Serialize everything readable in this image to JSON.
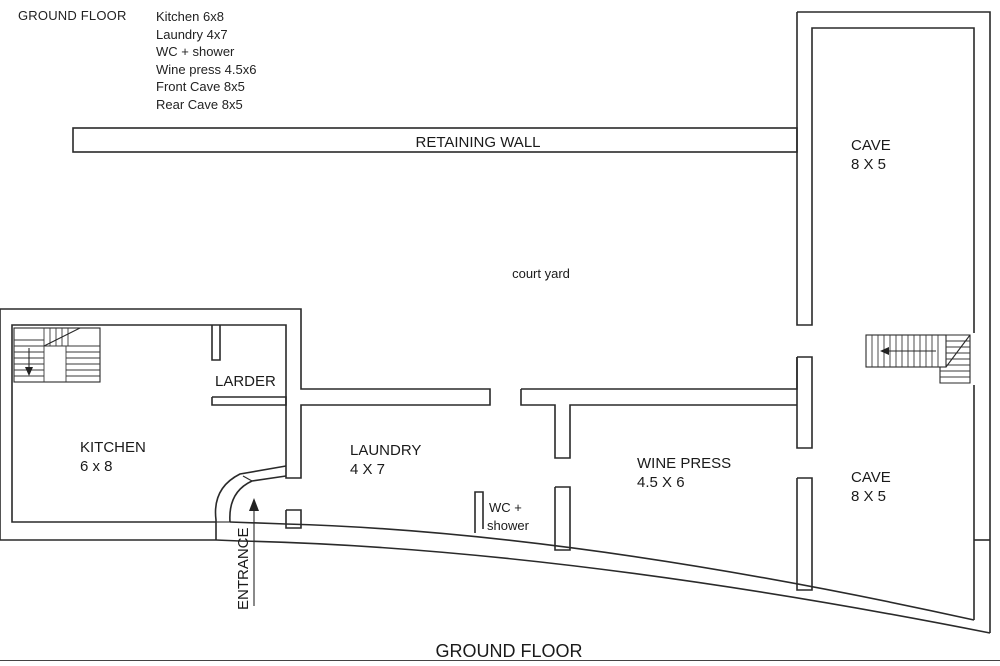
{
  "legend": {
    "title": "GROUND FLOOR",
    "items": [
      "Kitchen 6x8",
      "Laundry 4x7",
      "WC + shower",
      "Wine press 4.5x6",
      "Front Cave 8x5",
      "Rear Cave 8x5"
    ]
  },
  "labels": {
    "retaining_wall": "RETAINING WALL",
    "court_yard": "court yard",
    "cave_rear_name": "CAVE",
    "cave_rear_size": "8 X 5",
    "cave_front_name": "CAVE",
    "cave_front_size": "8 X 5",
    "larder": "LARDER",
    "kitchen_name": "KITCHEN",
    "kitchen_size": "6 x 8",
    "laundry_name": "LAUNDRY",
    "laundry_size": "4 X 7",
    "wine_press_name": "WINE PRESS",
    "wine_press_size": "4.5 X 6",
    "wc_line1": "WC +",
    "wc_line2": "shower",
    "entrance": "ENTRANCE",
    "ground_floor": "GROUND FLOOR"
  }
}
